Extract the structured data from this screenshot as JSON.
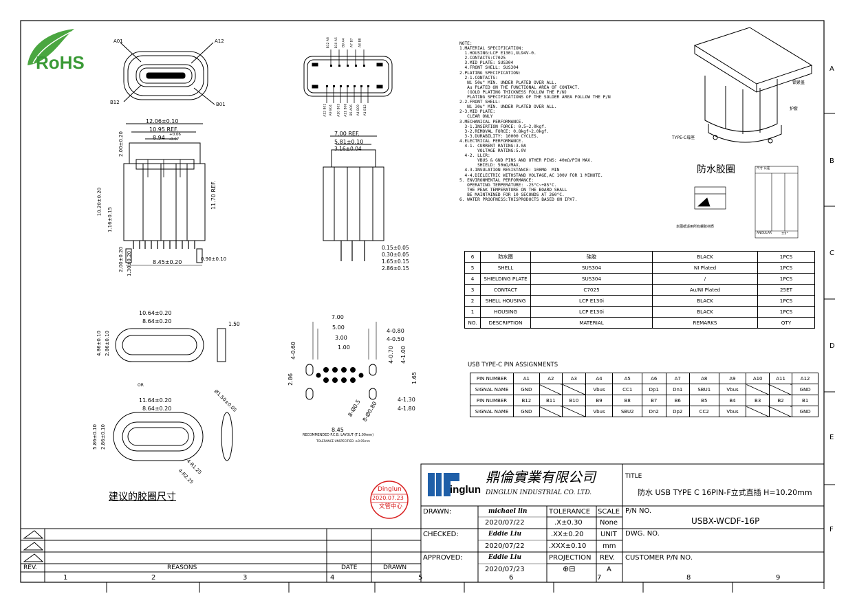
{
  "logo": {
    "text": "RoHS"
  },
  "top_view": {
    "label_a01": "A01",
    "label_a12": "A12",
    "label_b12": "B12",
    "label_b01": "B01"
  },
  "pin_side_labels": {
    "top": [
      "B12 A6",
      "B10 A5",
      "B9 A4",
      "A7 B7",
      "A8 B8"
    ],
    "bottom": [
      "A12 B01",
      "A9 B04",
      "A10 B05",
      "A11 B06",
      "B5 A06",
      "A4 B09",
      "A1 B12"
    ]
  },
  "dims_front": {
    "w1": "12.06±0.10",
    "w2": "10.95 REF.",
    "w3": "8.94",
    "tol_plus": "+0.06",
    "tol_minus": "-0.07",
    "h_left": "2.00±0.20",
    "h_total": "10.20±0.20",
    "h_body": "1.16±0.15",
    "h_ref": "11.70 REF.",
    "pitch": "8.45±0.20",
    "lead": "0.90±0.10",
    "foot1": "2.00±0.20",
    "foot2": "1.30±0.20"
  },
  "dims_side": {
    "w1": "7.00 REF.",
    "w2": "5.81±0.10",
    "w3": "3.16±0.04",
    "d1": "0.15±0.05",
    "d2": "0.30±0.05",
    "d3": "1.65±0.15",
    "d4": "2.86±0.15"
  },
  "gasket_a": {
    "w1": "10.64±0.20",
    "w2": "8.64±0.20",
    "h1": "4.86±0.10",
    "h2": "2.86±0.10",
    "t": "1.50"
  },
  "or_text": "OR",
  "gasket_b": {
    "w1": "11.64±0.20",
    "w2": "8.64±0.20",
    "h1": "5.86±0.10",
    "h2": "2.86±0.10",
    "d": "Ø1.50±0.05",
    "r1": "4-R1.25",
    "r2": "4-R2.25"
  },
  "gasket_caption": "建议的胶圈尺寸",
  "pcb": {
    "w1": "7.00",
    "w2": "5.00",
    "w3": "3.00",
    "w4": "1.00",
    "h1": "2.86",
    "h2": "4-0.60",
    "h3": "1.65",
    "r1": "4-0.80",
    "r2": "4-0.50",
    "r3": "4-0.70",
    "r4": "4-1.00",
    "r5": "4-1.30",
    "r6": "4-1.80",
    "d1": "8-Ø0.5",
    "d2": "8-Ø0.80",
    "bottom": "8.45",
    "caption1": "RECOMMENDED P.C.B. LAYOUT (T:1.00mm)",
    "caption2": "TOLERANCE UNSPECIFIED :±0.05mm"
  },
  "notes": "NOTE:\n1.MATERIAL SPECIFICATION:\n  1.HOUSING:LCP E130i,UL94V-0.\n  2.CONTACTS:C7025\n  3.MID PLATE: SUS304\n  4.FRONT SHELL: SUS304\n2.PLATING SPECIFICATION:\n  2-1.CONTACTS:\n   Ni 50u\" MIN. UNDER PLATED OVER ALL.\n   Au PLATED ON THE FUNCTIONAL AREA OF CONTACT.\n   (GOLD PLATING THICKNESS FOLLOW THE P/N)\n   PLATING SPECIFICATIONS OF THE SOLDER AREA FOLLOW THE P/N\n2-2.FRONT SHELL:\n   Ni 30u\" MIN. UNDER PLATED OVER ALL.\n2-3.MID PLATE:\n   CLEAR ONLY\n3.MECHANICAL PERFORMANCE.\n  3-1.INSERTION FORCE: 0.5~2.0kgf.\n  3-2.REMOVAL FORCE: 0.8kgf~2.0kgf.\n  3-3.DURABILITY: 10000 CYCLES.\n4.ELECTRICAL PERFORMANCE.\n  4-1. CURRENT RATING:3.0A\n       VOLTAGE RATING:5.0V\n  4-2. LLCR:\n       VBUS & GND PINS AND OTHER PINS: 40mΩ/PIN MAX.\n       SHIELD: 50mΩ/MAX.\n  4-3.INSULATION RESISTANCE: 100MΩ  MIN\n  4-4.DIELECTRIC WITHSTAND VOLTAGE,AC 100V FOR 1 MINUTE.\n5. ENVIRONMENTAL PERFORMANCE:\n   OPERATING TEMPERATURE: -25°C~+85°C.\n   THE PEAK TEMPERATURE ON THE BOARD SHALL\n   BE MAINTAINED FOR 10 SECONDS AT 260°C.\n6. WATER PROOFNESS:THISPRODUCTS BASED ON IPX7.",
  "iso": {
    "label_lock": "锁紧盖",
    "label_guard": "护套",
    "label_typec": "TYPE-C母座",
    "waterproof": "防水胶圈",
    "note_small": "本图纸适用所有螺胶材质"
  },
  "tol_small": {
    "r1": "尺寸   公差",
    "angular": "ANGULAR",
    "angular_val": "±5°"
  },
  "bom": [
    [
      "6",
      "防水圈",
      "硅胶",
      "BLACK",
      "1PCS"
    ],
    [
      "5",
      "SHELL",
      "SUS304",
      "NI  Plated",
      "1PCS"
    ],
    [
      "4",
      "SHIELDING PLATE",
      "SUS304",
      "/",
      "1PCS"
    ],
    [
      "3",
      "CONTACT",
      "C7025",
      "Au/NI Plated",
      "25ET"
    ],
    [
      "2",
      "SHELL HOUSING",
      "LCP  E130i",
      "BLACK",
      "1PCS"
    ],
    [
      "1",
      "HOUSING",
      "LCP  E130i",
      "BLACK",
      "1PCS"
    ],
    [
      "NO.",
      "DESCRIPTION",
      "MATERIAL",
      "REMARKS",
      "QTY"
    ]
  ],
  "pin_title": "USB TYPE-C PIN ASSIGNMENTS",
  "pins": [
    [
      "PIN NUMBER",
      "A1",
      "A2",
      "A3",
      "A4",
      "A5",
      "A6",
      "A7",
      "A8",
      "A9",
      "A10",
      "A11",
      "A12"
    ],
    [
      "SIGNAL NAME",
      "GND",
      "",
      "",
      "Vbus",
      "CC1",
      "Dp1",
      "Dn1",
      "SBU1",
      "Vbus",
      "",
      "",
      "GND"
    ],
    [
      "PIN NUMBER",
      "B12",
      "B11",
      "B10",
      "B9",
      "B8",
      "B7",
      "B6",
      "B5",
      "B4",
      "B3",
      "B2",
      "B1"
    ],
    [
      "SIGNAL NAME",
      "GND",
      "",
      "",
      "Vbus",
      "SBU2",
      "Dn2",
      "Dp2",
      "CC2",
      "Vbus",
      "",
      "",
      "GND"
    ]
  ],
  "stamp": {
    "l1": "Dinglun",
    "l2": "2020.07.23",
    "l3": "文管中心"
  },
  "company": {
    "cn": "鼎倫實業有限公司",
    "en": "DINGLUN INDUSTRIAL CO. LTD.",
    "logo": "inglun"
  },
  "titleblock": {
    "title_label": "TITLE",
    "title": "防水 USB TYPE C 16PIN-F立式直插 H=10.20mm",
    "pn_label": "P/N NO.",
    "pn": "USBX-WCDF-16P",
    "dwg_label": "DWG. NO.",
    "cust_label": "CUSTOMER P/N NO.",
    "drawn_label": "DRAWN:",
    "drawn_name": "michael lin",
    "drawn_date": "2020/07/22",
    "checked_label": "CHECKED:",
    "checked_name": "Eddie Liu",
    "checked_date": "2020/07/22",
    "approved_label": "APPROVED:",
    "approved_name": "Eddie Liu",
    "approved_date": "2020/07/23",
    "tol_label": "TOLERANCE",
    "tol1": ".X±0.30",
    "tol2": ".XX±0.20",
    "tol3": ".XXX±0.10",
    "scale_label": "SCALE",
    "scale": "None",
    "unit_label": "UNIT",
    "unit": "mm",
    "proj_label": "PROJECTION",
    "rev_label": "REV.",
    "rev": "A"
  },
  "revision": {
    "rev": "REV.",
    "reasons": "REASONS",
    "date": "DATE",
    "drawn": "DRAWN"
  },
  "zones_cols": [
    "1",
    "2",
    "3",
    "4",
    "5",
    "6",
    "7",
    "8",
    "9"
  ],
  "zones_rows": [
    "A",
    "B",
    "C",
    "D",
    "E",
    "F"
  ]
}
